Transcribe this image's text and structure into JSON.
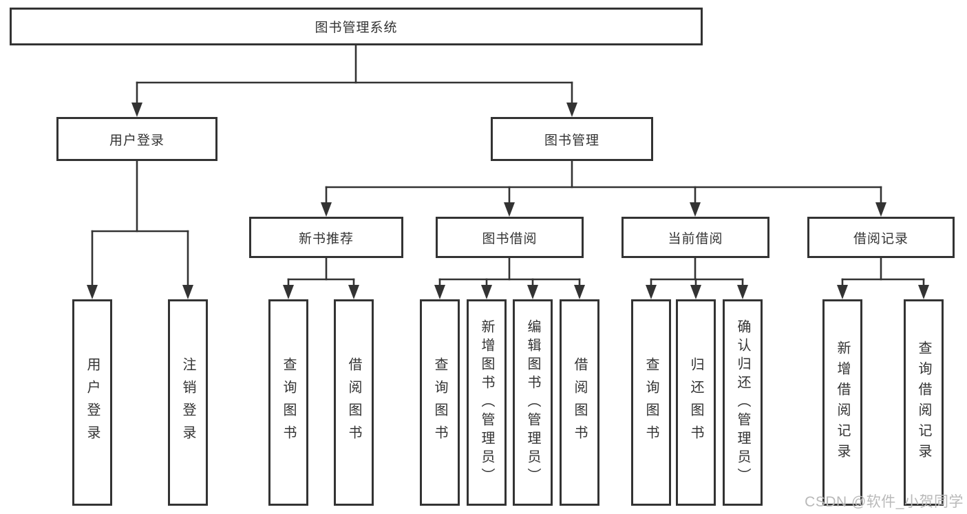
{
  "diagram": {
    "root": {
      "label": "图书管理系统"
    },
    "level2": [
      {
        "label": "用户登录"
      },
      {
        "label": "图书管理"
      }
    ],
    "level3": [
      {
        "label": "新书推荐"
      },
      {
        "label": "图书借阅"
      },
      {
        "label": "当前借阅"
      },
      {
        "label": "借阅记录"
      }
    ],
    "leaves": {
      "user_login": [
        "用户登录",
        "注销登录"
      ],
      "new_book": [
        "查询图书",
        "借阅图书"
      ],
      "book_borrow": [
        "查询图书",
        "新增图书（管理员）",
        "编辑图书（管理员）",
        "借阅图书"
      ],
      "current_borrow": [
        "查询图书",
        "归还图书",
        "确认归还（管理员）"
      ],
      "borrow_record": [
        "新增借阅记录",
        "查询借阅记录"
      ]
    },
    "watermark": "CSDN @软件_小贺同学",
    "colors": {
      "line": "#333333",
      "text": "#333333",
      "watermark": "#b9b9b9",
      "background": "#ffffff"
    }
  }
}
